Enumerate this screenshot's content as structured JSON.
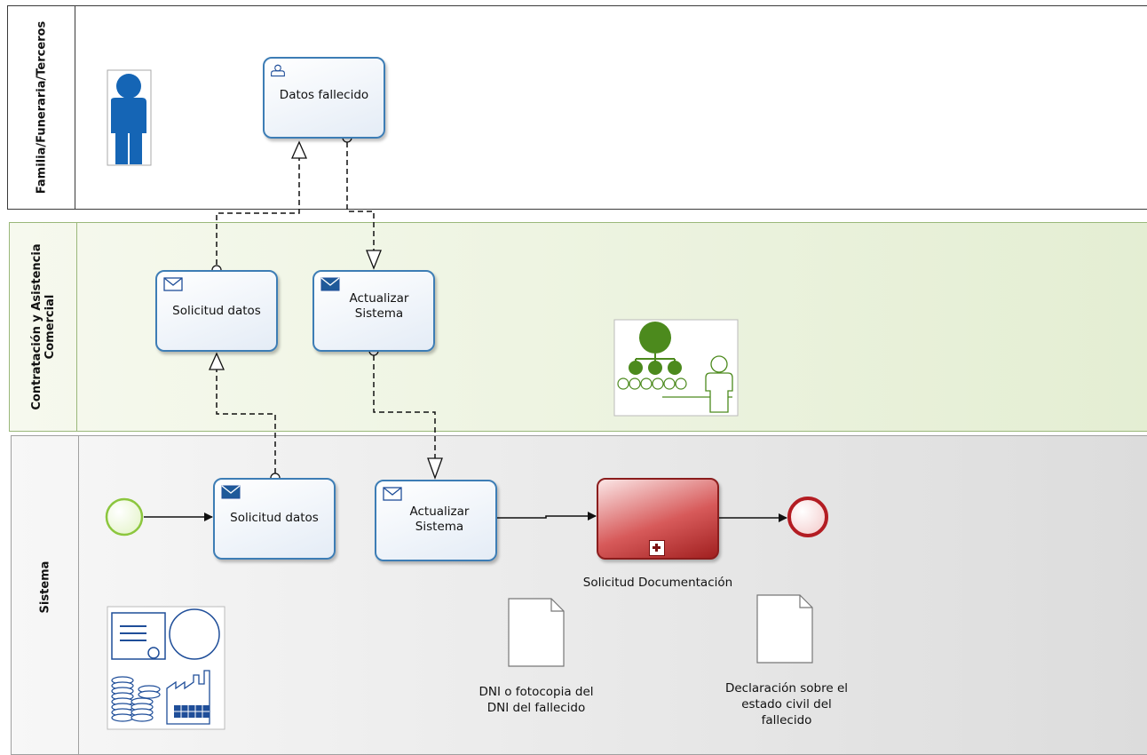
{
  "lanes": [
    {
      "title": "Familia/Funeraria/Terceros"
    },
    {
      "title": "Contratación y Asistencia Comercial"
    },
    {
      "title": "Sistema"
    }
  ],
  "tasks": {
    "datos_fallecido": {
      "label": "Datos fallecido",
      "icon": "user-icon"
    },
    "solicitud_datos_comercial": {
      "label": "Solicitud datos",
      "icon": "envelope-outline-icon"
    },
    "actualizar_sistema_comercial": {
      "label": "Actualizar Sistema",
      "icon": "envelope-filled-icon"
    },
    "solicitud_datos_sistema": {
      "label": "Solicitud datos",
      "icon": "envelope-filled-icon"
    },
    "actualizar_sistema_sistema": {
      "label": "Actualizar Sistema",
      "icon": "envelope-outline-icon"
    },
    "solicitud_documentacion": {
      "label": "Solicitud Documentación",
      "icon": "plus-icon"
    }
  },
  "documents": [
    {
      "label": "DNI o fotocopia del DNI del fallecido"
    },
    {
      "label": "Declaración sobre el estado civil del fallecido"
    }
  ],
  "colors": {
    "task_border": "#3d7db5",
    "lane_comercial_bg": "#e9f1dc",
    "lane_sistema_bg": "#e6e6e6",
    "start_event": "#8cc63e",
    "end_event": "#c1272d",
    "subprocess": "#c43a3a"
  }
}
